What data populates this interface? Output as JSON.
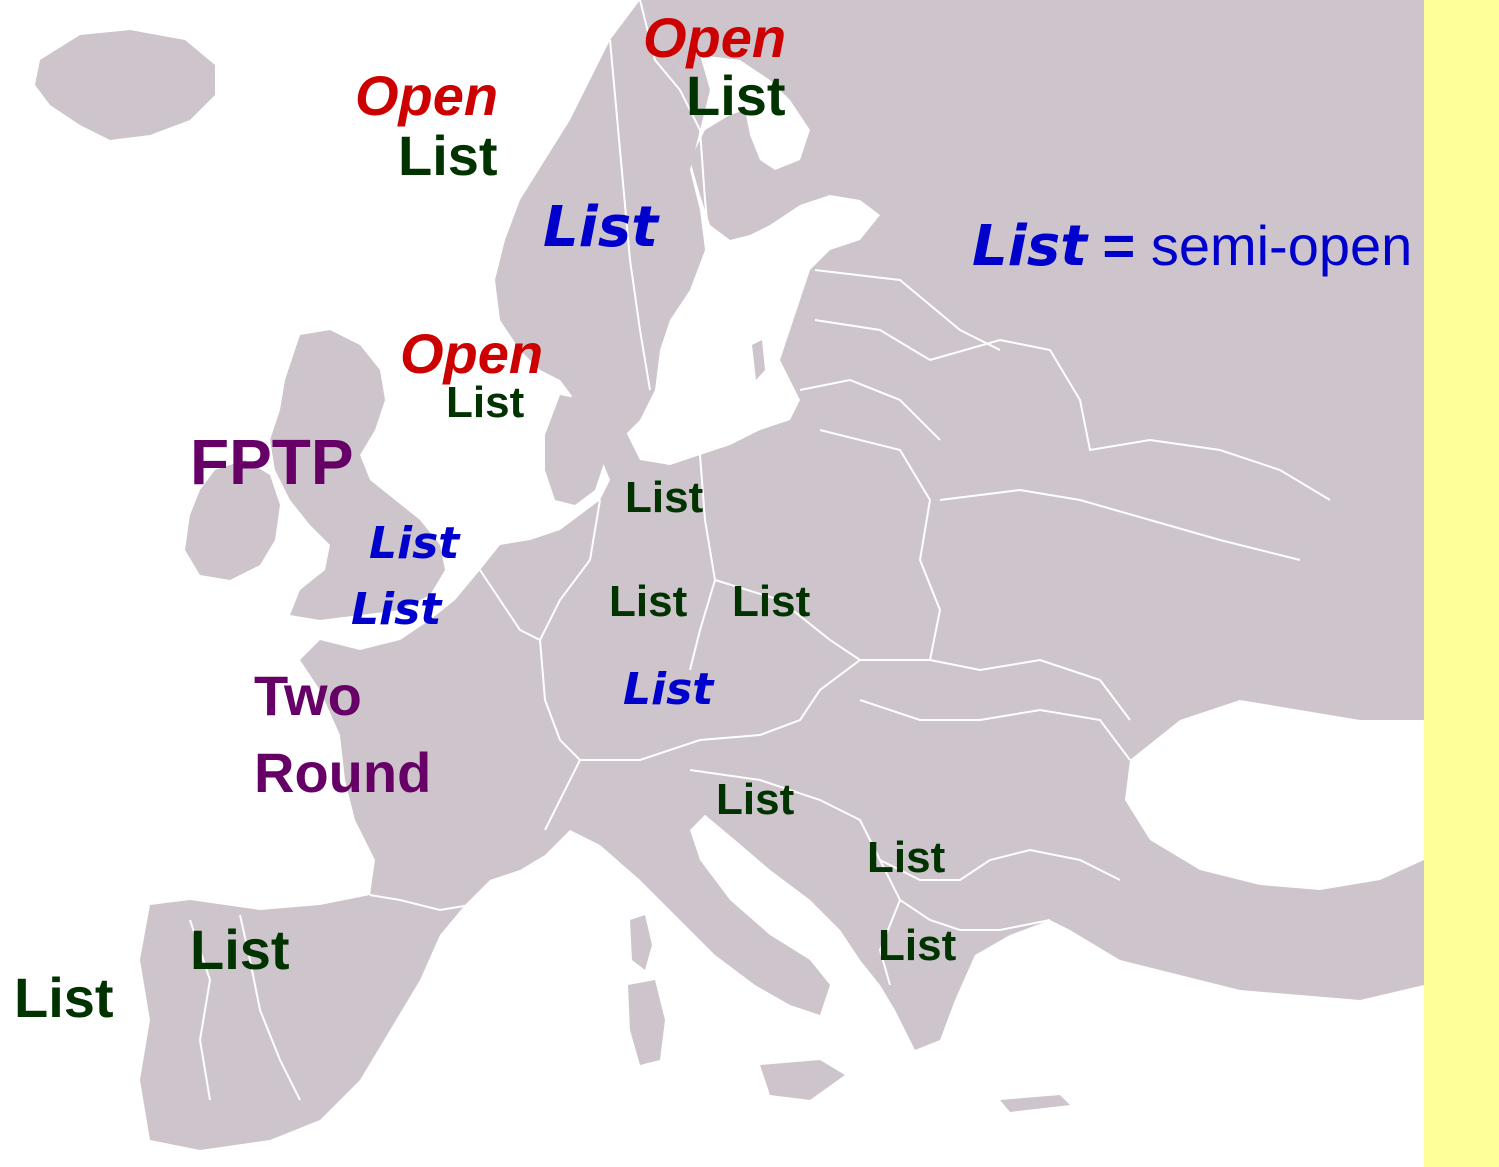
{
  "colors": {
    "land": "#cdc4cc",
    "sea": "#ffffff",
    "border": "#ffffff",
    "side_strip": "#ffff99",
    "open": "#cc0000",
    "list": "#003300",
    "semi_open": "#0000cc",
    "majoritarian": "#660066"
  },
  "legend": {
    "term": "List",
    "equals": "=",
    "description": "semi-open"
  },
  "labels": {
    "finland_open": "Open",
    "finland_list": "List",
    "norway_open": "Open",
    "norway_list": "List",
    "sweden_list": "List",
    "denmark_open": "Open",
    "denmark_list": "List",
    "uk_fptp": "FPTP",
    "netherlands_list": "List",
    "belgium_list": "List",
    "germany_north_list": "List",
    "germany_list": "List",
    "czech_list": "List",
    "austria_list": "List",
    "france_two": "Two",
    "france_round": "Round",
    "slovenia_list": "List",
    "serbia_list": "List",
    "macedonia_list": "List",
    "spain_list": "List",
    "portugal_list": "List"
  }
}
